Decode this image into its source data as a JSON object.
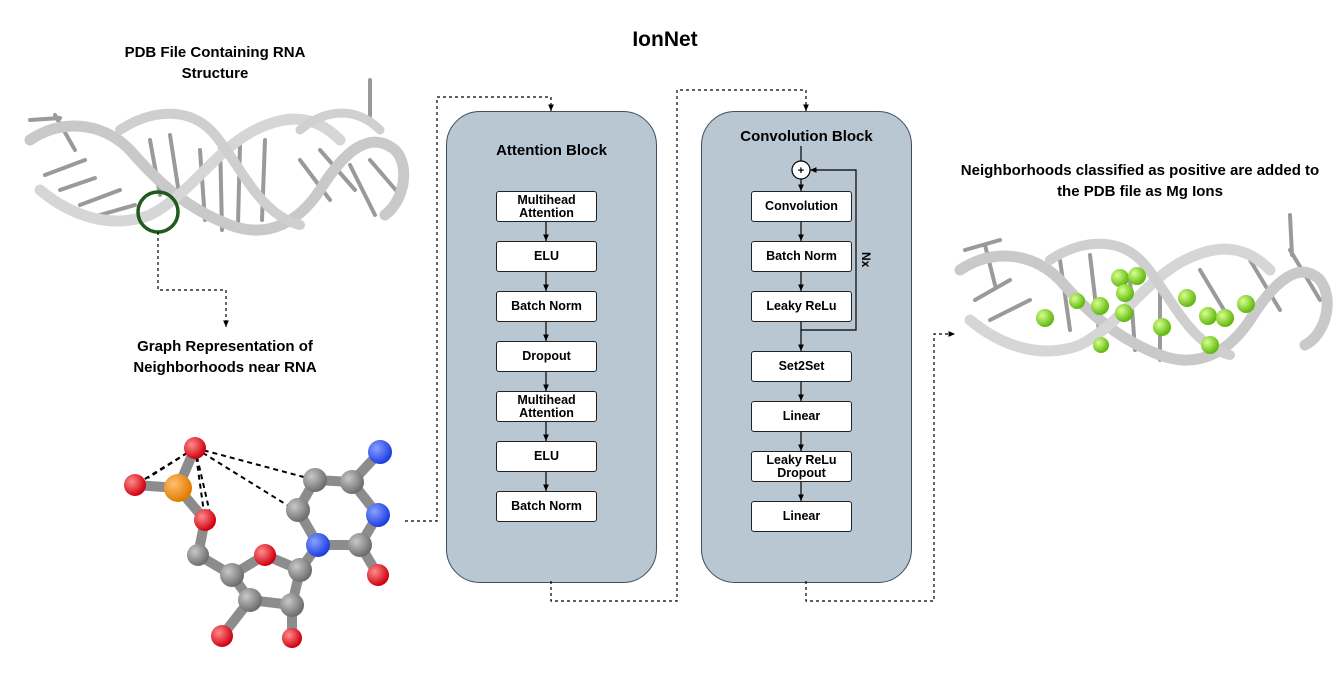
{
  "title": "IonNet",
  "captions": {
    "pdb": "PDB File Containing RNA Structure",
    "graph": "Graph Representation of Neighborhoods near RNA",
    "output": "Neighborhoods classified as positive are added to the PDB file as Mg Ions"
  },
  "attention_block": {
    "title": "Attention Block",
    "layers": [
      "Multihead Attention",
      "ELU",
      "Batch Norm",
      "Dropout",
      "Multihead Attention",
      "ELU",
      "Batch Norm"
    ]
  },
  "convolution_block": {
    "title": "Convolution Block",
    "residual_symbol": "+",
    "repeat_label": "Nx",
    "layers": [
      "Convolution",
      "Batch Norm",
      "Leaky ReLu",
      "Set2Set",
      "Linear",
      "Leaky ReLu Dropout",
      "Linear"
    ]
  },
  "colors": {
    "panel_fill": "#b9c7d3",
    "panel_border": "#3f4e5d",
    "highlight_circle": "#1f5a1f",
    "mg_ion": "#7ed321",
    "oxygen": "#e8141b",
    "phosphorus": "#f28c0f",
    "nitrogen": "#2b4ff0",
    "carbon": "#8a8a8a"
  }
}
